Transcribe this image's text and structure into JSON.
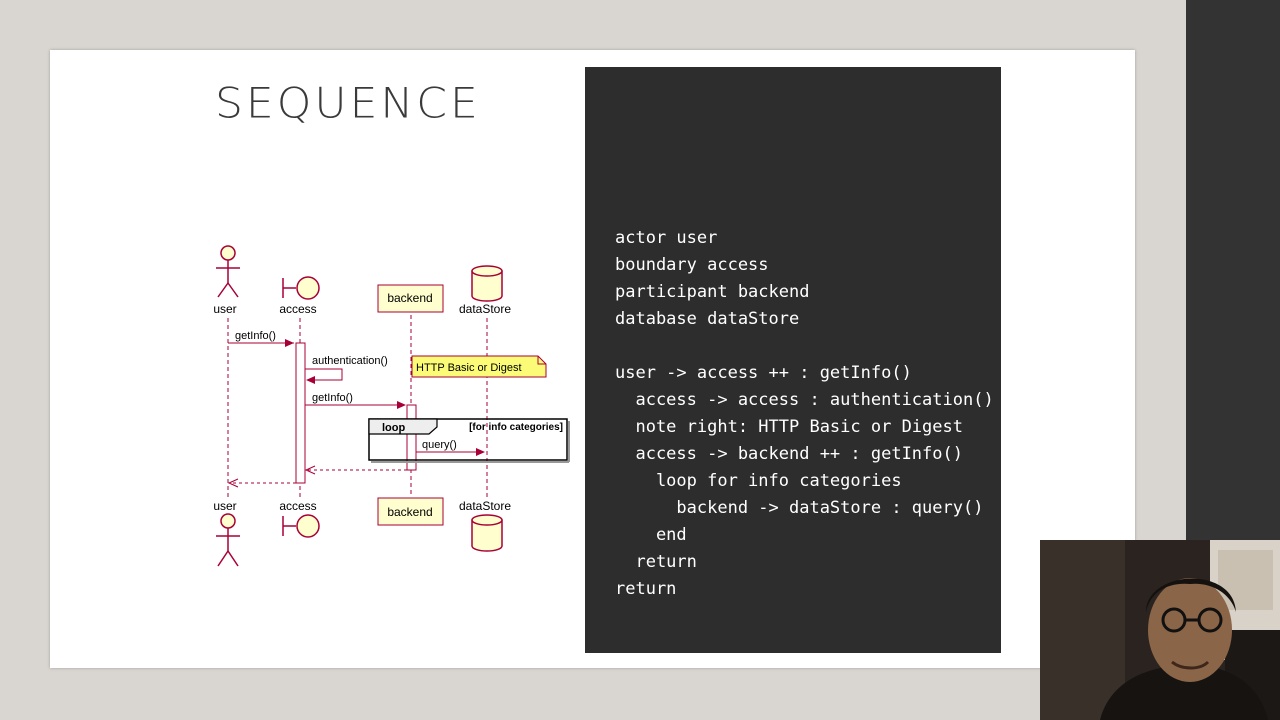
{
  "slide": {
    "title": "SEQUENCE"
  },
  "diagram": {
    "participants": {
      "user": "user",
      "access": "access",
      "backend": "backend",
      "dataStore": "dataStore"
    },
    "messages": {
      "getInfo_1": "getInfo()",
      "authentication": "authentication()",
      "getInfo_2": "getInfo()",
      "query": "query()"
    },
    "note": "HTTP Basic or Digest",
    "loop": {
      "keyword": "loop",
      "condition": "[for info categories]"
    }
  },
  "code": {
    "lines": [
      "actor user",
      "boundary access",
      "participant backend",
      "database dataStore",
      "",
      "user -> access ++ : getInfo()",
      "  access -> access : authentication()",
      "  note right: HTTP Basic or Digest",
      "  access -> backend ++ : getInfo()",
      "    loop for info categories",
      "      backend -> dataStore : query()",
      "    end",
      "  return",
      "return"
    ]
  },
  "colors": {
    "background": "#d9d5d0",
    "slide": "#ffffff",
    "code_panel": "#2d2d2d",
    "lifeline": "#a80036",
    "participant_fill": "#fefece",
    "note_fill": "#fbfb77"
  },
  "icons": {
    "actor": "actor-icon",
    "boundary": "boundary-icon",
    "database": "database-icon"
  }
}
